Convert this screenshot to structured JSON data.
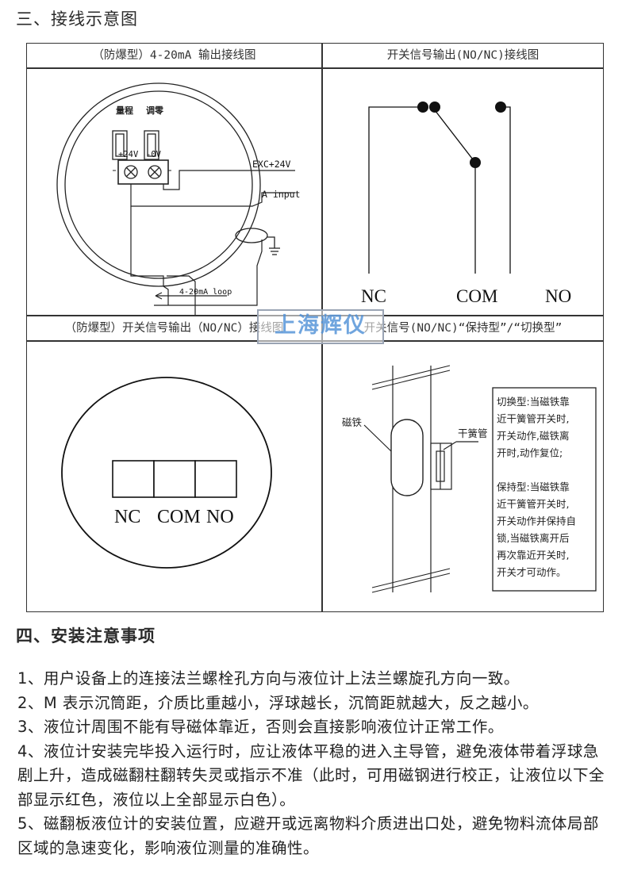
{
  "section3_title": "三、接线示意图",
  "section4_title": "四、安装注意事项",
  "panels": {
    "p1_title": "（防爆型）4-20mA 输出接线图",
    "p2_title": "开关信号输出(NO/NC)接线图",
    "p3_title": "（防爆型）开关信号输出（NO/NC）接线图",
    "p4_title": "开关信号(NO/NC)“保持型”/“切换型”"
  },
  "p1": {
    "range": "量程",
    "zero": "调零",
    "plus": "+24V",
    "minus": "-0V",
    "exc": "EXC+24V",
    "ainput": "A input",
    "loop": "4-20mA loop"
  },
  "p2": {
    "nc": "NC",
    "com": "COM",
    "no": "NO"
  },
  "p3": {
    "nc": "NC",
    "com": "COM",
    "no": "NO"
  },
  "p4": {
    "magnet": "磁铁",
    "reed": "干簧管",
    "note_lines": [
      "切换型:当磁铁靠",
      "近干簧管开关时,",
      "开关动作,磁铁离",
      "开时,动作复位;",
      "",
      "保持型:当磁铁靠",
      "近干簧管开关时,",
      "开关动作并保持自",
      "锁,当磁铁离开后",
      "再次靠近开关时,",
      "开关才可动作。"
    ]
  },
  "watermark": "上海辉仪",
  "notes": [
    "1、用户设备上的连接法兰螺栓孔方向与液位计上法兰螺旋孔方向一致。",
    "2、M 表示沉筒距，介质比重越小，浮球越长，沉筒距就越大，反之越小。",
    "3、液位计周围不能有导磁体靠近，否则会直接影响液位计正常工作。",
    "4、液位计安装完毕投入运行时，应让液体平稳的进入主导管，避免液体带着浮球急剧上升，造成磁翻柱翻转失灵或指示不准（此时，可用磁钢进行校正，让液位以下全部显示红色，液位以上全部显示白色）。",
    "5、磁翻板液位计的安装位置，应避开或远离物料介质进出口处，避免物料流体局部区域的急速变化，影响液位测量的准确性。"
  ]
}
